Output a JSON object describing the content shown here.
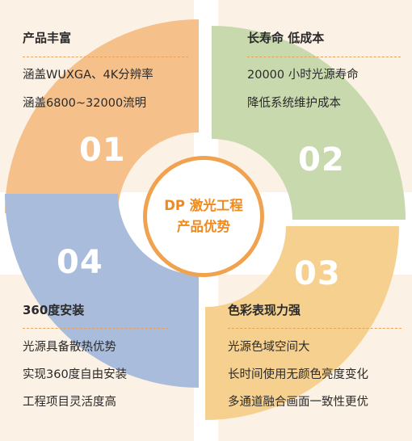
{
  "center": {
    "line1": "DP 激光工程",
    "line2": "产品优势"
  },
  "quadrants": [
    {
      "number": "01",
      "title": "产品丰富",
      "lines": [
        "涵盖WUXGA、4K分辨率",
        "涵盖6800~32000流明"
      ],
      "color": "#f5c08a"
    },
    {
      "number": "02",
      "title": "长寿命 低成本",
      "lines": [
        "20000 小时光源寿命",
        "降低系统维护成本"
      ],
      "color": "#c8d9ad"
    },
    {
      "number": "03",
      "title": "色彩表现力强",
      "lines": [
        "光源色域空间大",
        "长时间使用无颜色亮度变化",
        "多通道融合画面一致性更优"
      ],
      "color": "#f6d08e"
    },
    {
      "number": "04",
      "title": "360度安装",
      "lines": [
        "光源具备散热优势",
        "实现360度自由安装",
        "工程项目灵活度高"
      ],
      "color": "#a9bcdc"
    }
  ],
  "colors": {
    "panel_bg": "#fbf1e4",
    "rule": "#e6a15c",
    "accent": "#ef8a1e",
    "center_ring": "#f0a24e"
  }
}
